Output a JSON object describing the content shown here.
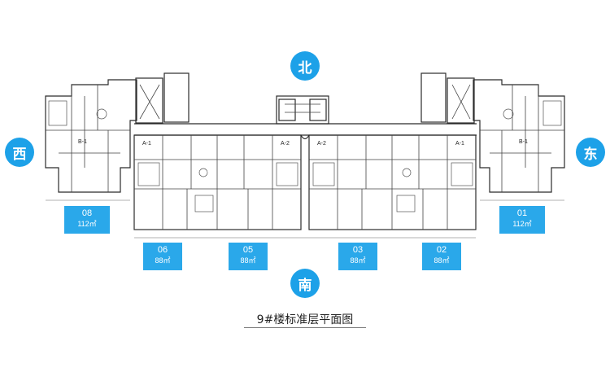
{
  "compass": {
    "north": "北",
    "south": "南",
    "east": "东",
    "west": "西"
  },
  "units": [
    {
      "number": "08",
      "area": "112㎡"
    },
    {
      "number": "06",
      "area": "88㎡"
    },
    {
      "number": "05",
      "area": "88㎡"
    },
    {
      "number": "03",
      "area": "88㎡"
    },
    {
      "number": "02",
      "area": "88㎡"
    },
    {
      "number": "01",
      "area": "112㎡"
    }
  ],
  "labels": {
    "a1": "A-1",
    "a2": "A-2",
    "b1": "B-1"
  },
  "caption": "9#楼标准层平面图",
  "colors": {
    "accent": "#1da1e8",
    "line": "#2b2b2b"
  }
}
